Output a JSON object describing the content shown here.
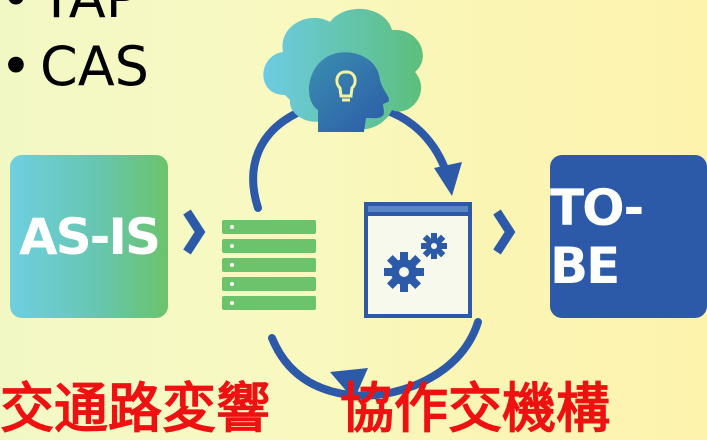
{
  "bullets": [
    {
      "marker": "•",
      "text": "TAP"
    },
    {
      "marker": "•",
      "text": "CAS"
    }
  ],
  "diagram": {
    "as_is_label": "AS-IS",
    "to_be_label": "TO-BE",
    "colors": {
      "as_is_gradient": [
        "#6fcfe0",
        "#6cc36c"
      ],
      "to_be": "#2c5aa8",
      "cycle_arrow": "#2c5aa8",
      "server": "#6cc36c",
      "window": "#2c5aa8"
    },
    "icons": [
      "head-lightbulb-icon",
      "server-stack-icon",
      "gears-window-icon",
      "chevron-right-icon"
    ]
  },
  "caption": {
    "part1": "交通路変響",
    "part2": "協作交機構",
    "color": "#ee1111"
  }
}
